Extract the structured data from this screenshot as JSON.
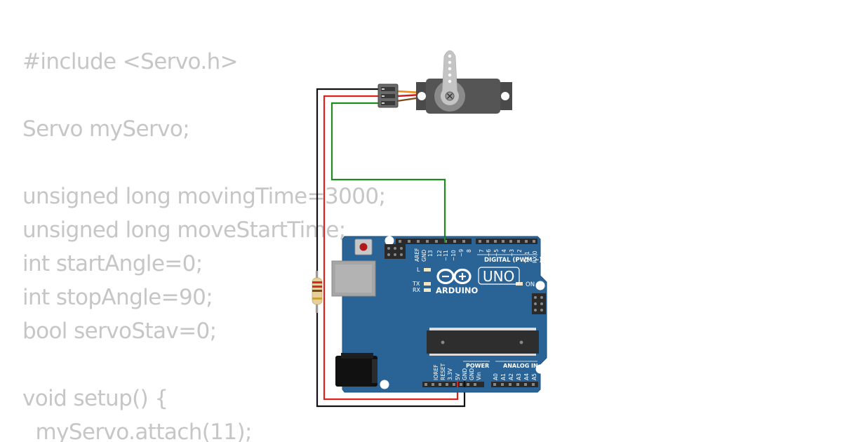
{
  "code": {
    "lines": [
      "#include <Servo.h>",
      "",
      "Servo myServo;",
      "",
      "unsigned long movingTime=3000;",
      "unsigned long moveStartTime;",
      "int startAngle=0;",
      "int stopAngle=90;",
      "bool servoStav=0;",
      "",
      "void setup() {",
      "  myServo.attach(11);"
    ]
  },
  "board": {
    "brand": "ARDUINO",
    "model": "UNO",
    "digital_header_label": "DIGITAL (PWM ~)",
    "power_header_label": "POWER",
    "analog_header_label": "ANALOG IN",
    "led_l": "L",
    "led_tx": "TX",
    "led_rx": "RX",
    "led_on": "ON",
    "digital_pins_left": [
      "AREF",
      "GND",
      "13",
      "12",
      "~11",
      "~10",
      "~9",
      "8"
    ],
    "digital_pins_right": [
      "7",
      "~6",
      "~5",
      "4",
      "~3",
      "2",
      "TX 1",
      "RX 0"
    ],
    "power_pins": [
      "IOREF",
      "RESET",
      "3.3V",
      "5V",
      "GND",
      "GND",
      "Vin"
    ],
    "analog_pins": [
      "A0",
      "A1",
      "A2",
      "A3",
      "A4",
      "A5"
    ]
  },
  "colors": {
    "code_text": "#c6c6c6",
    "board": "#2a6497",
    "wire_black": "#111111",
    "wire_red": "#e0201a",
    "wire_green": "#1f8a1f",
    "servo_body": "#555555"
  }
}
